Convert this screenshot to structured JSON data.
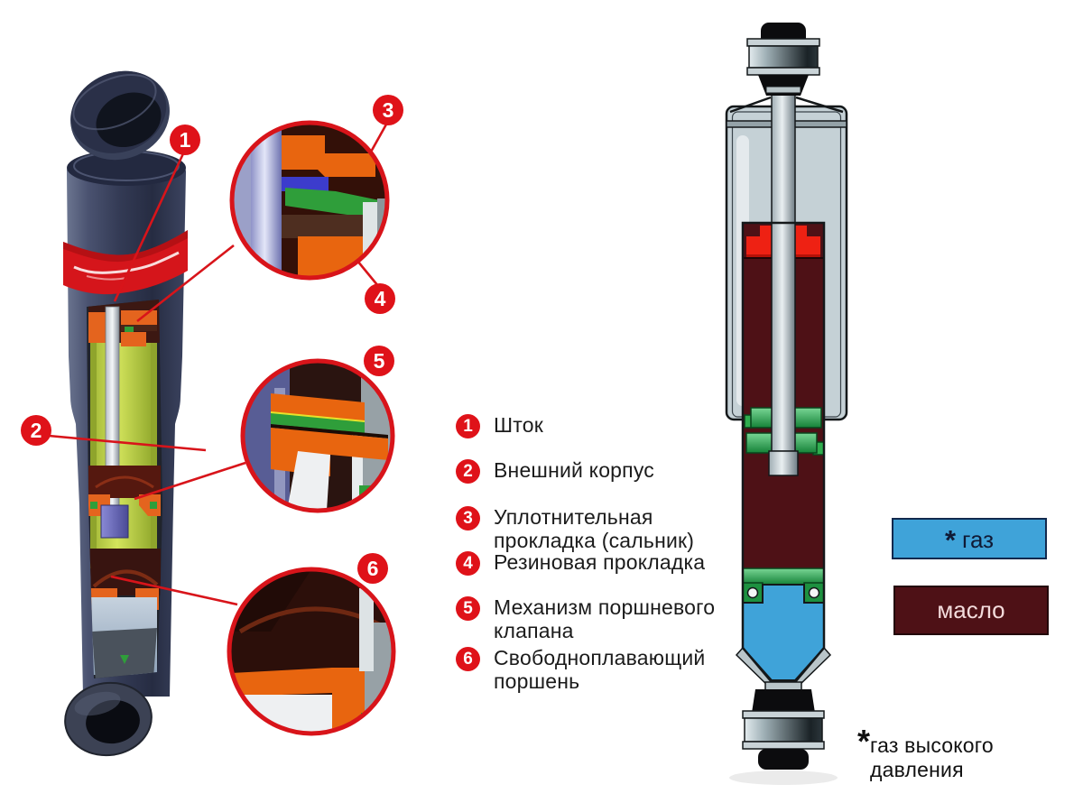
{
  "legend": {
    "items": [
      {
        "number": "1",
        "label": "Шток"
      },
      {
        "number": "2",
        "label": "Внешний корпус"
      },
      {
        "number": "3",
        "label": "Уплотнительная прокладка (сальник)"
      },
      {
        "number": "4",
        "label": "Резиновая прокладка"
      },
      {
        "number": "5",
        "label": "Механизм поршневого клапана"
      },
      {
        "number": "6",
        "label": "Свободноплавающий поршень"
      }
    ]
  },
  "color_key": {
    "gas": {
      "marker": "*",
      "label": "газ",
      "color": "#3fa3d9"
    },
    "oil": {
      "label": "масло",
      "color": "#4e1116"
    }
  },
  "footnote": {
    "marker": "*",
    "text": "газ высокого давления"
  },
  "colors": {
    "accent_red": "#df1219",
    "seal_red": "#ee2113",
    "valve_green": "#2fae4e",
    "oil": "#4e1116",
    "gas": "#3fa3d9"
  }
}
